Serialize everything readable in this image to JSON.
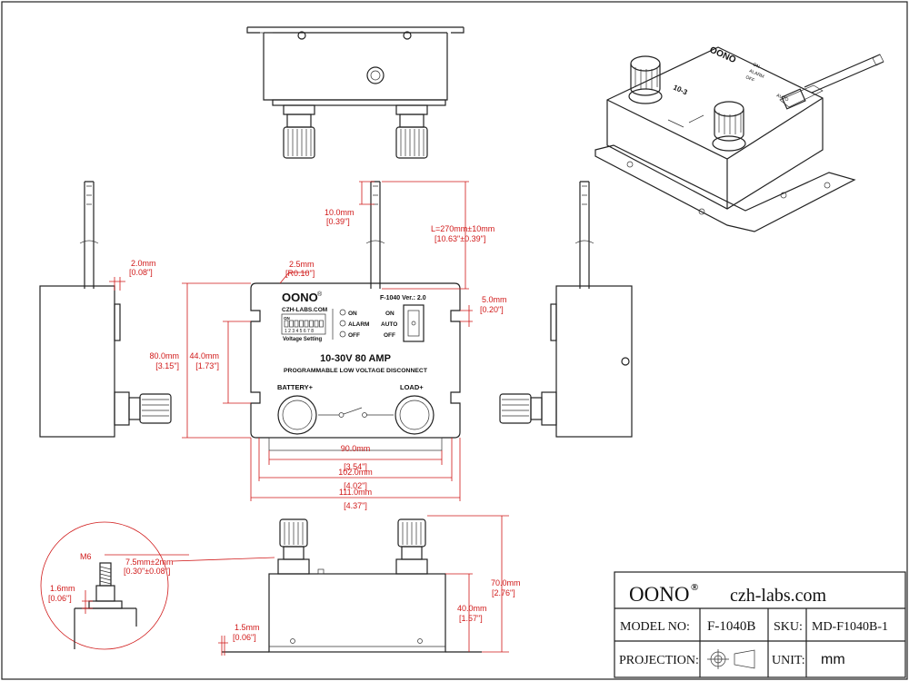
{
  "panel": {
    "brand": "OONO",
    "reg": "®",
    "website": "CZH-LABS.COM",
    "version": "F-1040 Ver.: 2.0",
    "dip_numbers": "1 2 3 4 5 6 7 8",
    "voltage_setting": "Voltage Setting",
    "led_on": "ON",
    "led_alarm": "ALARM",
    "led_off": "OFF",
    "switch_on": "ON",
    "switch_auto": "AUTO",
    "switch_off": "OFF",
    "rating": "10-30V 80 AMP",
    "subtitle": "PROGRAMMABLE LOW VOLTAGE DISCONNECT",
    "battery": "BATTERY+",
    "load": "LOAD+",
    "dip_on": "ON"
  },
  "dimensions": {
    "d2_5": "2.5mm",
    "d2_5_in": "[R0.10\"]",
    "d10": "10.0mm",
    "d10_in": "[0.39\"]",
    "dL": "L=270mm±10mm",
    "dL_in": "[10.63\"±0.39\"]",
    "d2_0": "2.0mm",
    "d2_0_in": "[0.08\"]",
    "d5": "5.0mm",
    "d5_in": "[0.20\"]",
    "d80": "80.0mm",
    "d80_in": "[3.15\"]",
    "d44": "44.0mm",
    "d44_in": "[1.73\"]",
    "d90": "90.0mm",
    "d90_in": "[3.54\"]",
    "d102": "102.0mm",
    "d102_in": "[4.02\"]",
    "d111": "111.0mm",
    "d111_in": "[4.37\"]",
    "m6": "M6",
    "d7_5": "7.5mm±2mm",
    "d7_5_in": "[0.30\"±0.08\"]",
    "d1_6": "1.6mm",
    "d1_6_in": "[0.06\"]",
    "d1_5": "1.5mm",
    "d1_5_in": "[0.06\"]",
    "d70": "70.0mm",
    "d70_in": "[2.76\"]",
    "d40": "40.0mm",
    "d40_in": "[1.57\"]"
  },
  "title_block": {
    "brand": "OONO",
    "reg": "®",
    "website": "czh-labs.com",
    "model_label": "MODEL NO:",
    "model_value": "F-1040B",
    "sku_label": "SKU:",
    "sku_value": "MD-F1040B-1",
    "projection_label": "PROJECTION:",
    "unit_label": "UNIT:",
    "unit_value": "mm"
  },
  "iso_view": {
    "brand": "OONO",
    "rating": "10-3",
    "on": "ON",
    "alarm": "ALARM",
    "off": "OFF",
    "auto": "AUTO"
  }
}
